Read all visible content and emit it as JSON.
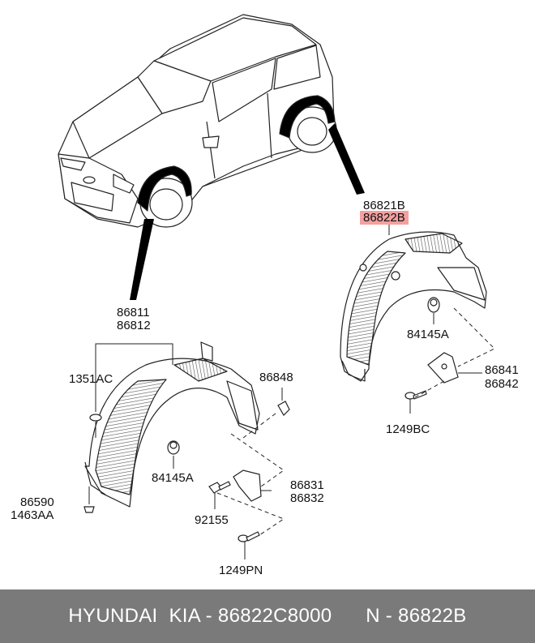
{
  "labels": {
    "rear_upper": "86821B",
    "rear_upper_highlighted": "86822B",
    "rear_nut": "84145A",
    "rear_bracket_1": "86841",
    "rear_bracket_2": "86842",
    "rear_screw": "1249BC",
    "front_part_1": "86811",
    "front_part_2": "86812",
    "front_washer": "1351AC",
    "front_clip": "86848",
    "front_nut": "84145A",
    "front_flap_1": "86831",
    "front_flap_2": "86832",
    "front_bolt": "92155",
    "front_screw": "1249PN",
    "front_fastener_1": "86590",
    "front_fastener_2": "1463AA"
  },
  "footer": {
    "text": "HYUNDAI  KIA - 86822C8000      N - 86822B"
  },
  "colors": {
    "highlight": "#f4a0a0",
    "footer_bg": "#7a7a7a",
    "footer_text": "#ffffff"
  }
}
